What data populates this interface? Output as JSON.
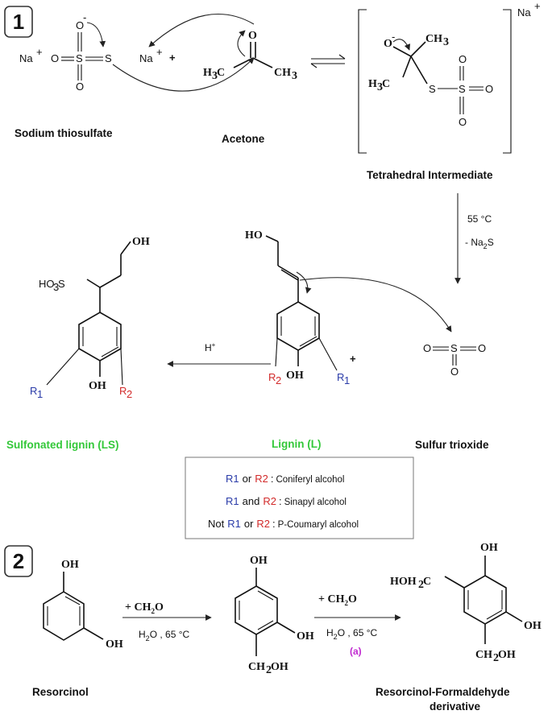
{
  "steps": {
    "one": "1",
    "two": "2"
  },
  "labels": {
    "sodium_thiosulfate": "Sodium thiosulfate",
    "acetone": "Acetone",
    "tetrahedral_intermediate": "Tetrahedral Intermediate",
    "sulfonated_lignin": "Sulfonated lignin  (LS)",
    "lignin": "Lignin (L)",
    "sulfur_trioxide": "Sulfur trioxide",
    "resorcinol": "Resorcinol",
    "product_line1": "Resorcinol-Formaldehyde",
    "product_line2": "derivative"
  },
  "conditions": {
    "temp1": "55 °C",
    "minus": "- Na",
    "minus_sub": "2",
    "minus_tail": "S",
    "acid": "H",
    "acid_sup": "+",
    "reagent": "+ CH",
    "reagent_sub": "2",
    "reagent_tail": "O",
    "water": "H",
    "water_sub": "2",
    "water_tail": "O , 65 °C",
    "tag_a": "(a)"
  },
  "legend": {
    "r1": "R1",
    "r2": "R2",
    "or": "or",
    "and": "and",
    "not": "Not",
    "colon": ":",
    "row1_tail": "Coniferyl alcohol",
    "row2_tail": "Sinapyl alcohol",
    "row3_tail": "P-Coumaryl alcohol"
  },
  "colors": {
    "r1": "#2a3ba8",
    "r2": "#d22a2a",
    "highlight": "#34c83a",
    "tag": "#c02ad0"
  }
}
